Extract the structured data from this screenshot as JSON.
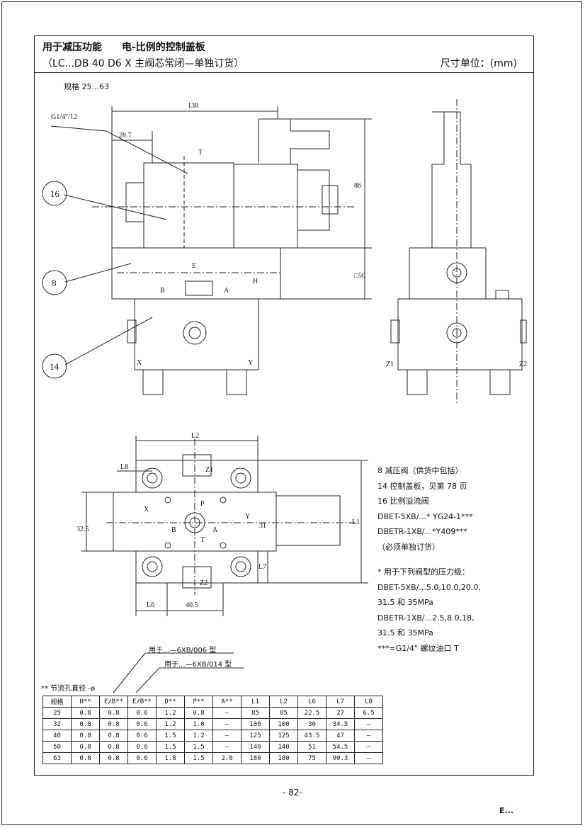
{
  "header": {
    "title": "用于减压功能　　电-比例的控制盖板",
    "subtitle": "（LC...DB 40 D6 X 主阀芯常闭—单独订货）",
    "unit_label": "尺寸单位：(mm)"
  },
  "size_note": "规格  25...63",
  "drawing_labels": {
    "dim_138": "138",
    "dim_28_7": "28.7",
    "dim_86": "86",
    "dim_50": "□50",
    "port_thread": "G1/4\"/12",
    "callout_16": "16",
    "callout_8": "8",
    "callout_14": "14",
    "port_T": "T",
    "port_E": "E",
    "port_B": "B",
    "port_A": "A",
    "port_H": "H",
    "port_X": "X",
    "port_Y": "Y",
    "port_Z1": "Z1",
    "port_Z2": "Z2",
    "dim_L2": "L2",
    "dim_L8": "L8",
    "dim_L1": "L1",
    "dim_L7": "L7",
    "dim_L6": "L6",
    "dim_32_5": "32.5",
    "dim_40_5": "40.5",
    "dim_31": "31",
    "port_P": "P",
    "port_Z1_plan": "Z1",
    "port_Z2_plan": "Z2"
  },
  "legend": [
    "8   减压阀（供货中包括）",
    "14  控制盖板，见第 78 页",
    "16  比例溢流阀",
    "DBET-5XB/...* YG24-1***",
    "DBETR-1XB/...*Y409***",
    "（必须单独订货）",
    "",
    "* 用于下列阀型的压力级：",
    "DBET-5XB/...5.0,10.0,20.0,",
    "31.5 和 35MPa",
    "DBETR-1XB/...2.5,8.0,18,",
    "31.5 和 35MPa",
    "***=G1/4\" 螺纹油口 T"
  ],
  "table_notes": {
    "note_006": "用于...—6XB/006 型",
    "note_014": "用于...—6XB/014 型",
    "note_orifice": "** 节流孔直径 -ø"
  },
  "table": {
    "headers": [
      "规格",
      "H**",
      "E/B**",
      "E/B**",
      "D**",
      "P**",
      "A**",
      "L1",
      "L2",
      "L6",
      "L7",
      "L8"
    ],
    "rows": [
      [
        "25",
        "0.8",
        "0.8",
        "0.6",
        "1.2",
        "0.8",
        "—",
        "85",
        "85",
        "22.5",
        "27",
        "6.5"
      ],
      [
        "32",
        "0.8",
        "0.8",
        "0.6",
        "1.2",
        "1.0",
        "—",
        "100",
        "100",
        "30",
        "34.5",
        "—"
      ],
      [
        "40",
        "0.8",
        "0.8",
        "0.6",
        "1.5",
        "1.2",
        "—",
        "125",
        "125",
        "43.5",
        "47",
        "—"
      ],
      [
        "50",
        "0.8",
        "0.8",
        "0.6",
        "1.5",
        "1.5",
        "—",
        "140",
        "140",
        "51",
        "54.5",
        "—"
      ],
      [
        "63",
        "0.8",
        "0.8",
        "0.6",
        "1.8",
        "1.5",
        "2.0",
        "180",
        "180",
        "75",
        "90.3",
        "—"
      ]
    ]
  },
  "page_number": "- 82-",
  "corner_mark": "E..."
}
